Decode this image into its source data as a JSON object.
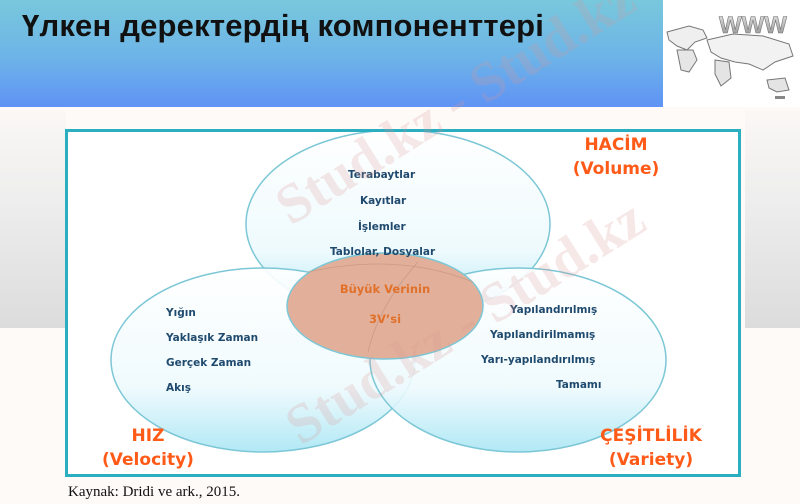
{
  "slide": {
    "title": "Үлкен деректердің компоненттері",
    "caption": "Kaynak: Dridi ve ark., 2015.",
    "watermark_text": "Stud.kz - Stud.kz"
  },
  "header_image": {
    "icon": "world-map-www-icon",
    "text": "WWW"
  },
  "diagram": {
    "center": {
      "line1": "Büyük Verinin",
      "line2": "3V’si",
      "fill_color": "#e2b09a"
    },
    "circles": [
      {
        "id": "volume",
        "category": "HACİM",
        "category_en": "(Volume)",
        "items": [
          "Terabaytlar",
          "Kayıtlar",
          "İşlemler",
          "Tablolar, Dosyalar"
        ]
      },
      {
        "id": "velocity",
        "category": "HIZ",
        "category_en": "(Velocity)",
        "items": [
          "Yığın",
          "Yaklaşık Zaman",
          "Gerçek Zaman",
          "Akış"
        ]
      },
      {
        "id": "variety",
        "category": "ÇEŞİTLİLİK",
        "category_en": "(Variety)",
        "items": [
          "Yapılandırılmış",
          "Yapılandirilmamış",
          "Yarı-yapılandırılmış",
          "Tamamı"
        ]
      }
    ],
    "colors": {
      "frame_border": "#2aaec0",
      "circle_stroke": "#7cc7d6",
      "category_text": "#ff5a17",
      "item_text": "#1f4a6e",
      "center_text": "#e0702a"
    }
  }
}
